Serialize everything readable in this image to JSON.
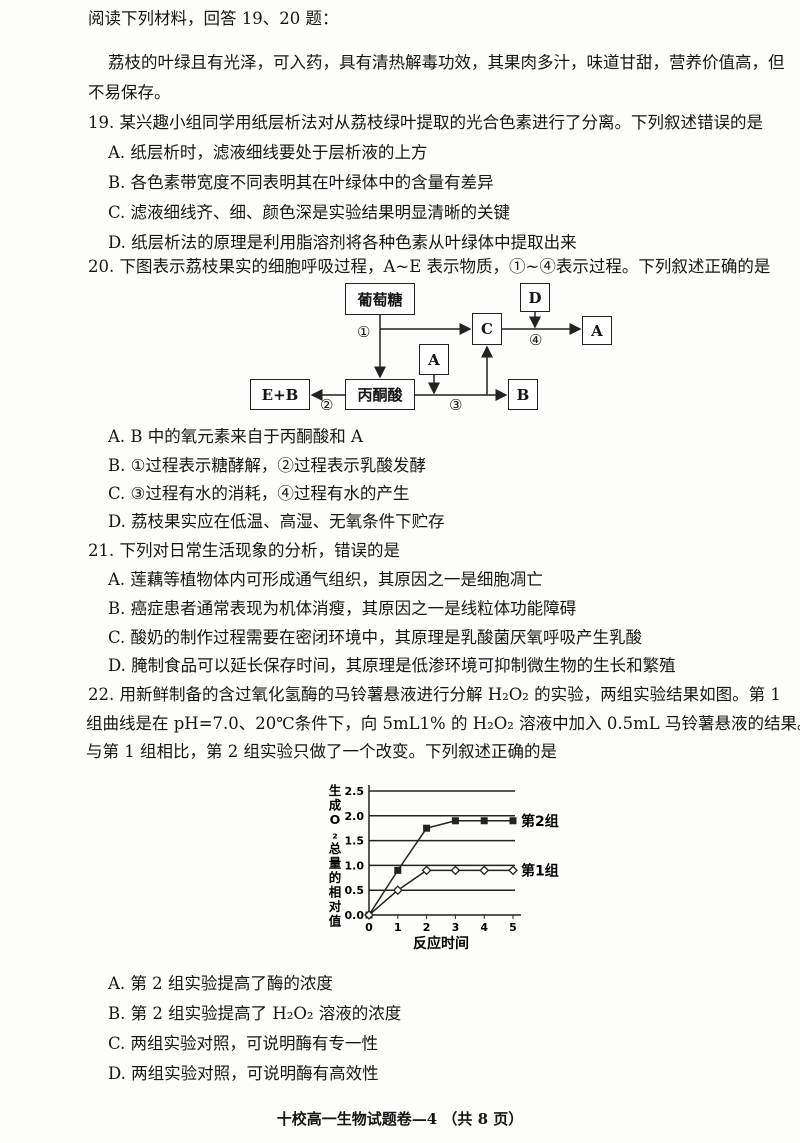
{
  "intro": "阅读下列材料，回答 19、20 题：",
  "material": [
    "荔枝的叶绿且有光泽，可入药，具有清热解毒功效，其果肉多汁，味道甘甜，营养价值高，但",
    "不易保存。"
  ],
  "questions": [
    {
      "stem": "19. 某兴趣小组同学用纸层析法对从荔枝绿叶提取的光合色素进行了分离。下列叙述错误的是",
      "options": [
        "A. 纸层析时，滤液细线要处于层析液的上方",
        "B. 各色素带宽度不同表明其在叶绿体中的含量有差异",
        "C. 滤液细线齐、细、颜色深是实验结果明显清晰的关键",
        "D. 纸层析法的原理是利用脂溶剂将各种色素从叶绿体中提取出来"
      ]
    },
    {
      "stem": "20. 下图表示荔枝果实的细胞呼吸过程，A~E 表示物质，①~④表示过程。下列叙述正确的是",
      "options": [
        "A. B 中的氧元素来自于丙酮酸和 A",
        "B. ①过程表示糖酵解，②过程表示乳酸发酵",
        "C. ③过程有水的消耗，④过程有水的产生",
        "D. 荔枝果实应在低温、高湿、无氧条件下贮存"
      ]
    },
    {
      "stem": "21. 下列对日常生活现象的分析，错误的是",
      "options": [
        "A. 莲藕等植物体内可形成通气组织，其原因之一是细胞凋亡",
        "B. 癌症患者通常表现为机体消瘦，其原因之一是线粒体功能障碍",
        "C. 酸奶的制作过程需要在密闭环境中，其原理是乳酸菌厌氧呼吸产生乳酸",
        "D. 腌制食品可以延长保存时间，其原理是低渗环境可抑制微生物的生长和繁殖"
      ]
    },
    {
      "stem_lines": [
        "22. 用新鲜制备的含过氧化氢酶的马铃薯悬液进行分解 H₂O₂ 的实验，两组实验结果如图。第 1",
        "组曲线是在 pH=7.0、20℃条件下，向 5mL1% 的 H₂O₂ 溶液中加入 0.5mL 马铃薯悬液的结果。",
        "与第 1 组相比，第 2 组实验只做了一个改变。下列叙述正确的是"
      ],
      "options": [
        "A. 第 2 组实验提高了酶的浓度",
        "B. 第 2 组实验提高了 H₂O₂ 溶液的浓度",
        "C. 两组实验对照，可说明酶有专一性",
        "D. 两组实验对照，可说明酶有高效性"
      ]
    }
  ],
  "diagram": {
    "glucose": "葡萄糖",
    "pyruvate": "丙酮酸",
    "C": "C",
    "D": "D",
    "A_right": "A",
    "A_mid": "A",
    "EB": "E+B",
    "B": "B",
    "n1": "①",
    "n2": "②",
    "n3": "③",
    "n4": "④"
  },
  "chart_data": {
    "type": "line",
    "ylabel": "生成O₂总量的相对值",
    "xlabel": "反应时间",
    "x": [
      0,
      1,
      2,
      3,
      4,
      5
    ],
    "xticks": [
      "0",
      "1",
      "2",
      "3",
      "4",
      "5"
    ],
    "yticks": [
      "0.0",
      "0.5",
      "1.0",
      "1.5",
      "2.0",
      "2.5"
    ],
    "ylim": [
      0,
      2.5
    ],
    "grid": true,
    "series": [
      {
        "name": "第2组",
        "values": [
          0,
          0.9,
          1.75,
          1.9,
          1.9,
          1.9
        ],
        "marker": "filled-square"
      },
      {
        "name": "第1组",
        "values": [
          0,
          0.5,
          0.9,
          0.9,
          0.9,
          0.9
        ],
        "marker": "open-diamond"
      }
    ]
  },
  "footer": "十校高一生物试题卷—4 （共 8 页）"
}
